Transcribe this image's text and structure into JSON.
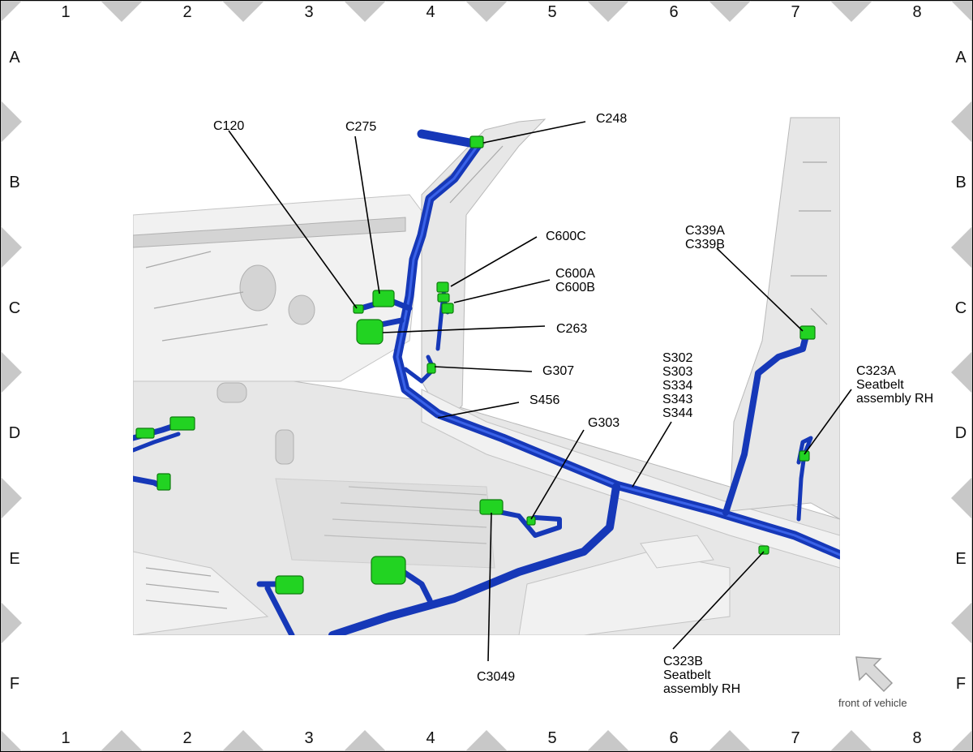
{
  "grid": {
    "columns": [
      "1",
      "2",
      "3",
      "4",
      "5",
      "6",
      "7",
      "8"
    ],
    "rows": [
      "A",
      "B",
      "C",
      "D",
      "E",
      "F"
    ]
  },
  "callouts": {
    "c120": [
      "C120"
    ],
    "c275": [
      "C275"
    ],
    "c248": [
      "C248"
    ],
    "c600c": [
      "C600C"
    ],
    "c600ab": [
      "C600A",
      "C600B"
    ],
    "c263": [
      "C263"
    ],
    "g307": [
      "G307"
    ],
    "s456": [
      "S456"
    ],
    "splices": [
      "S302",
      "S303",
      "S334",
      "S343",
      "S344"
    ],
    "g303": [
      "G303"
    ],
    "c339": [
      "C339A",
      "C339B"
    ],
    "c323a": [
      "C323A",
      "Seatbelt",
      "assembly RH"
    ],
    "c323b": [
      "C323B",
      "Seatbelt",
      "assembly RH"
    ],
    "c3049": [
      "C3049"
    ]
  },
  "orientation": {
    "label": "front of vehicle",
    "icon": "arrow-up-left-icon"
  },
  "colors": {
    "harness": "#1638b8",
    "connector": "#22d322",
    "body": "#e7e7e7",
    "grid_marker": "#c8c8c8"
  }
}
